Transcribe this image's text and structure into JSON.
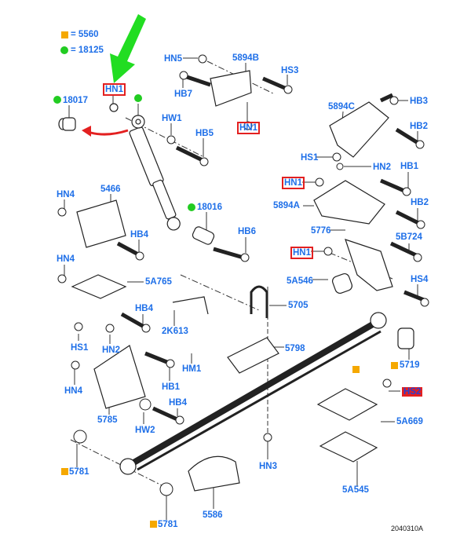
{
  "legend": {
    "square_label": "= 5560",
    "circle_label": "= 18125",
    "square_color": "#f5a800",
    "circle_color": "#22cc22"
  },
  "highlight_color": "#e32020",
  "labels": {
    "hn1_a": "HN1",
    "p18017": "18017",
    "hn5": "HN5",
    "p5894b": "5894B",
    "hs3": "HS3",
    "hb7": "HB7",
    "hn1_b": "HN1",
    "hw1": "HW1",
    "hb5": "HB5",
    "p5894c": "5894C",
    "hb3": "HB3",
    "hb2_a": "HB2",
    "hs1_a": "HS1",
    "hn2_a": "HN2",
    "hb1_a": "HB1",
    "hn1_c": "HN1",
    "p5894a": "5894A",
    "hb2_b": "HB2",
    "p5776": "5776",
    "p5b724": "5B724",
    "hn1_d": "HN1",
    "p5a546": "5A546",
    "hs4": "HS4",
    "p5705": "5705",
    "p5798": "5798",
    "p5719": "5719",
    "hn4_a": "HN4",
    "p5466": "5466",
    "p18016": "18016",
    "hb4_a": "HB4",
    "hb6": "HB6",
    "hn4_b": "HN4",
    "p5a765": "5A765",
    "hb4_b": "HB4",
    "hs1_b": "HS1",
    "hn2_b": "HN2",
    "p2k613": "2K613",
    "hm1": "HM1",
    "hn4_c": "HN4",
    "hb1_b": "HB1",
    "p5785": "5785",
    "hb4_c": "HB4",
    "hw2": "HW2",
    "p5781_a": "5781",
    "p5781_b": "5781",
    "p5586": "5586",
    "hn3": "HN3",
    "hs2": "HS2",
    "p5a669": "5A669",
    "p5a545": "5A545"
  },
  "diagram_code": "2040310A"
}
